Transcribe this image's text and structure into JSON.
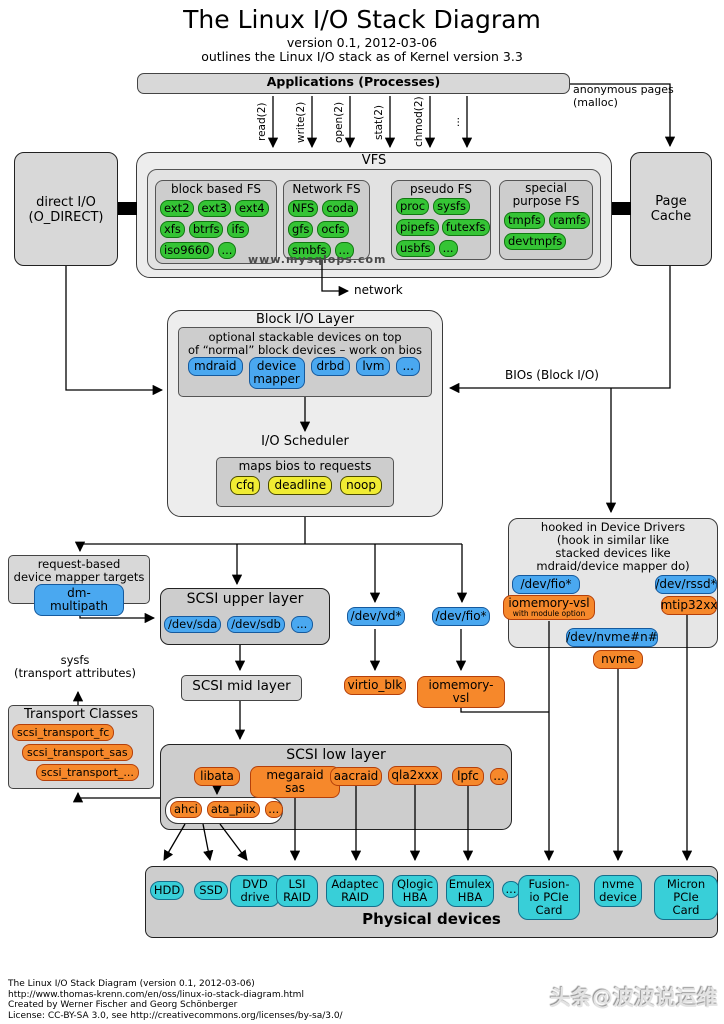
{
  "header": {
    "title": "The Linux I/O Stack Diagram",
    "subtitle": "version 0.1, 2012-03-06",
    "subtitle2": "outlines the Linux I/O stack as of Kernel version 3.3"
  },
  "applications": {
    "label": "Applications (Processes)"
  },
  "anon": {
    "line1": "anonymous pages",
    "line2": "(malloc)"
  },
  "syscalls": [
    "read(2)",
    "write(2)",
    "open(2)",
    "stat(2)",
    "chmod(2)",
    "..."
  ],
  "vfs": {
    "label": "VFS",
    "watermark": "www.mysqlops.com",
    "block_based": {
      "title": "block based FS",
      "chips": [
        "ext2",
        "ext3",
        "ext4",
        "xfs",
        "btrfs",
        "ifs",
        "iso9660",
        "..."
      ]
    },
    "network": {
      "title": "Network FS",
      "chips": [
        "NFS",
        "coda",
        "gfs",
        "ocfs",
        "smbfs",
        "..."
      ]
    },
    "pseudo": {
      "title": "pseudo FS",
      "chips": [
        "proc",
        "sysfs",
        "pipefs",
        "futexfs",
        "usbfs",
        "..."
      ]
    },
    "special": {
      "title": "special purpose FS",
      "chips": [
        "tmpfs",
        "ramfs",
        "devtmpfs"
      ]
    }
  },
  "direct_io": {
    "line1": "direct I/O",
    "line2": "(O_DIRECT)"
  },
  "page_cache": {
    "line1": "Page",
    "line2": "Cache"
  },
  "network_label": "network",
  "block_io": {
    "title": "Block I/O Layer",
    "desc1": "optional stackable devices on top",
    "desc2": "of “normal” block devices – work on bios",
    "chips": [
      "mdraid",
      "device mapper",
      "drbd",
      "lvm",
      "..."
    ]
  },
  "bios_label": "BIOs (Block I/O)",
  "scheduler": {
    "title": "I/O Scheduler",
    "desc": "maps bios to requests",
    "chips": [
      "cfq",
      "deadline",
      "noop"
    ]
  },
  "hooked": {
    "line1": "hooked in Device Drivers",
    "line2": "(hook in similar like",
    "line3": "stacked devices like",
    "line4": "mdraid/device mapper do)",
    "dev_fio": "/dev/fio*",
    "iomemory": "iomemory-vsl",
    "iomemory_sub": "with module option",
    "dev_rssd": "/dev/rssd*",
    "mtip": "mtip32xx",
    "dev_nvme": "/dev/nvme#n#",
    "nvme": "nvme"
  },
  "request_dm": {
    "line1": "request-based",
    "line2": "device mapper targets",
    "chip": "dm-multipath"
  },
  "scsi_upper": {
    "title": "SCSI upper layer",
    "chips": [
      "/dev/sda",
      "/dev/sdb",
      "..."
    ]
  },
  "virt": {
    "dev_vd": "/dev/vd*",
    "dev_fio": "/dev/fio*",
    "virtio": "virtio_blk",
    "iomemory": "iomemory-vsl"
  },
  "scsi_mid": {
    "title": "SCSI mid layer"
  },
  "sysfs": {
    "line1": "sysfs",
    "line2": "(transport attributes)"
  },
  "transport": {
    "title": "Transport Classes",
    "chips": [
      "scsi_transport_fc",
      "scsi_transport_sas",
      "scsi_transport_..."
    ]
  },
  "scsi_low": {
    "title": "SCSI low layer",
    "chips": [
      "libata",
      "megaraid sas",
      "aacraid",
      "qla2xxx",
      "lpfc",
      "..."
    ],
    "ata_chips": [
      "ahci",
      "ata_piix",
      "..."
    ]
  },
  "physical": {
    "title": "Physical devices",
    "devices": [
      "HDD",
      "SSD",
      "DVD drive",
      "LSI RAID",
      "Adaptec RAID",
      "Qlogic HBA",
      "Emulex HBA",
      "...",
      "Fusion-io PCIe Card",
      "nvme device",
      "Micron PCIe Card"
    ]
  },
  "footer": {
    "line1": "The Linux I/O Stack Diagram (version 0.1, 2012-03-06)",
    "line2": "http://www.thomas-krenn.com/en/oss/linux-io-stack-diagram.html",
    "line3": "Created by Werner Fischer and Georg Schönberger",
    "line4": "License: CC-BY-SA 3.0, see http://creativecommons.org/licenses/by-sa/3.0/"
  },
  "watermark_bottom": "头条@波波说运维",
  "colors": {
    "green": "#35c435",
    "blue": "#4aa8f0",
    "orange": "#f6882b",
    "yellow": "#f0ec33",
    "cyan": "#38cfd8",
    "box_gray": "#cdcdcd"
  }
}
